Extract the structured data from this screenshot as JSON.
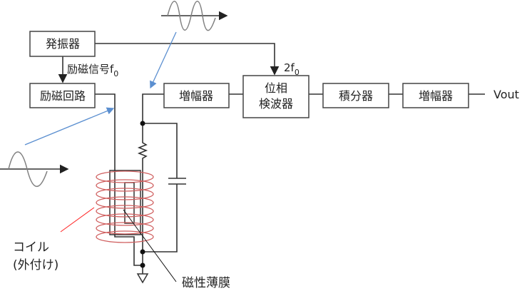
{
  "blocks": {
    "oscillator": "発振器",
    "excitation_circuit": "励磁回路",
    "amplifier1": "増幅器",
    "phase_detector_line1": "位相",
    "phase_detector_line2": "検波器",
    "integrator": "積分器",
    "amplifier2": "増幅器"
  },
  "labels": {
    "excitation_signal": "励磁信号f",
    "excitation_signal_sub": "0",
    "second_harmonic": "2f",
    "second_harmonic_sub": "0",
    "output": "Vout",
    "coil_line1": "コイル",
    "coil_line2": "(外付け)",
    "magnetic_film": "磁性薄膜"
  },
  "colors": {
    "coil": "#d06060",
    "pointer_arrow": "#5b8fd0",
    "coil_leader": "#ff2020",
    "sine": "#808080"
  }
}
